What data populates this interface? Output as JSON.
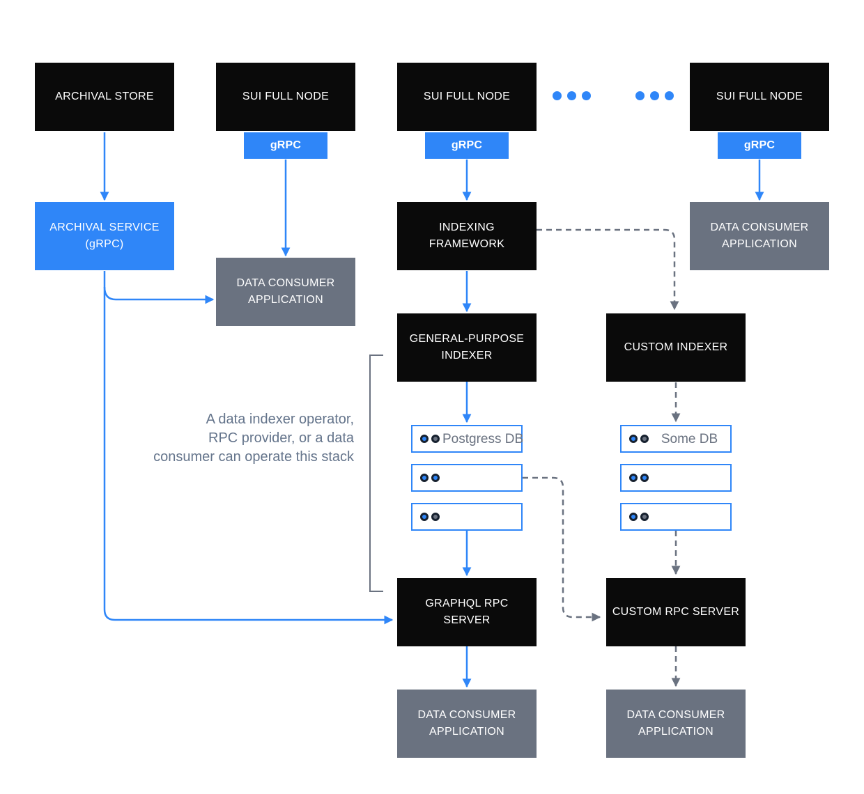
{
  "colors": {
    "blue": "#2f86f8",
    "gray": "#6a7280",
    "black": "#0a0a0a",
    "note": "#64748b",
    "ring": "#16202e",
    "white": "#ffffff"
  },
  "nodes": {
    "archival_store": "ARCHIVAL STORE",
    "sui_full_node_1": "SUI FULL NODE",
    "sui_full_node_2": "SUI FULL NODE",
    "sui_full_node_3": "SUI FULL NODE",
    "grpc_1": "gRPC",
    "grpc_2": "gRPC",
    "grpc_3": "gRPC",
    "archival_service": "ARCHIVAL SERVICE (gRPC)",
    "indexing_framework": "INDEXING FRAMEWORK",
    "data_consumer_app_top": "DATA CONSUMER APPLICATION",
    "data_consumer_app_mid": "DATA CONSUMER APPLICATION",
    "general_purpose_indexer": "GENERAL-PURPOSE INDEXER",
    "custom_indexer": "CUSTOM INDEXER",
    "graphql_rpc_server": "GRAPHQL RPC SERVER",
    "custom_rpc_server": "CUSTOM RPC SERVER",
    "data_consumer_app_bottom_left": "DATA CONSUMER APPLICATION",
    "data_consumer_app_bottom_right": "DATA CONSUMER APPLICATION"
  },
  "db_left": {
    "rows": [
      {
        "label": "Postgress DB",
        "dots": [
          "blue",
          "gray"
        ]
      },
      {
        "label": "",
        "dots": [
          "blue",
          "blue"
        ]
      },
      {
        "label": "",
        "dots": [
          "blue",
          "gray"
        ]
      }
    ]
  },
  "db_right": {
    "rows": [
      {
        "label": "Some DB",
        "dots": [
          "blue",
          "gray"
        ]
      },
      {
        "label": "",
        "dots": [
          "blue",
          "blue"
        ]
      },
      {
        "label": "",
        "dots": [
          "blue",
          "gray"
        ]
      }
    ]
  },
  "note": {
    "lines": [
      "A data indexer operator,",
      "RPC provider, or a data",
      "consumer can operate this stack"
    ]
  }
}
